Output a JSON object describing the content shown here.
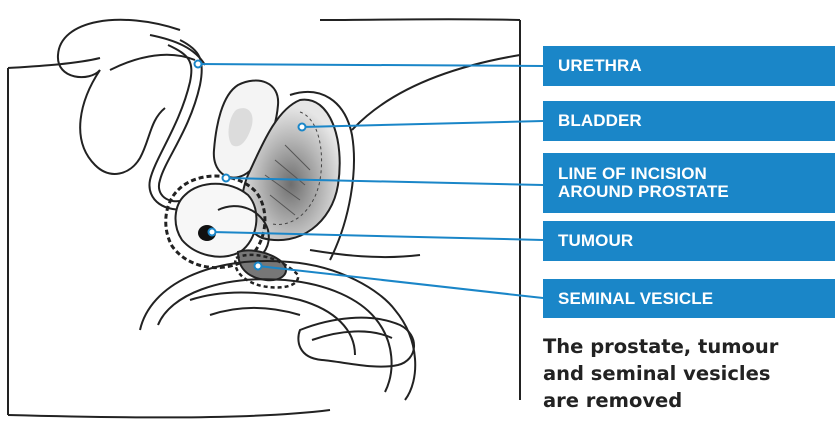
{
  "labels": {
    "urethra": "URETHRA",
    "bladder": "BLADDER",
    "incision_line1": "LINE OF INCISION",
    "incision_line2": "AROUND PROSTATE",
    "tumour": "TUMOUR",
    "seminal_vesicle": "SEMINAL VESICLE"
  },
  "caption": {
    "line1": "The prostate, tumour",
    "line2": "and seminal vesicles",
    "line3": "are removed"
  },
  "colors": {
    "label_background": "#1a86c8",
    "leader_line": "#1a86c8",
    "outline": "#222222"
  }
}
